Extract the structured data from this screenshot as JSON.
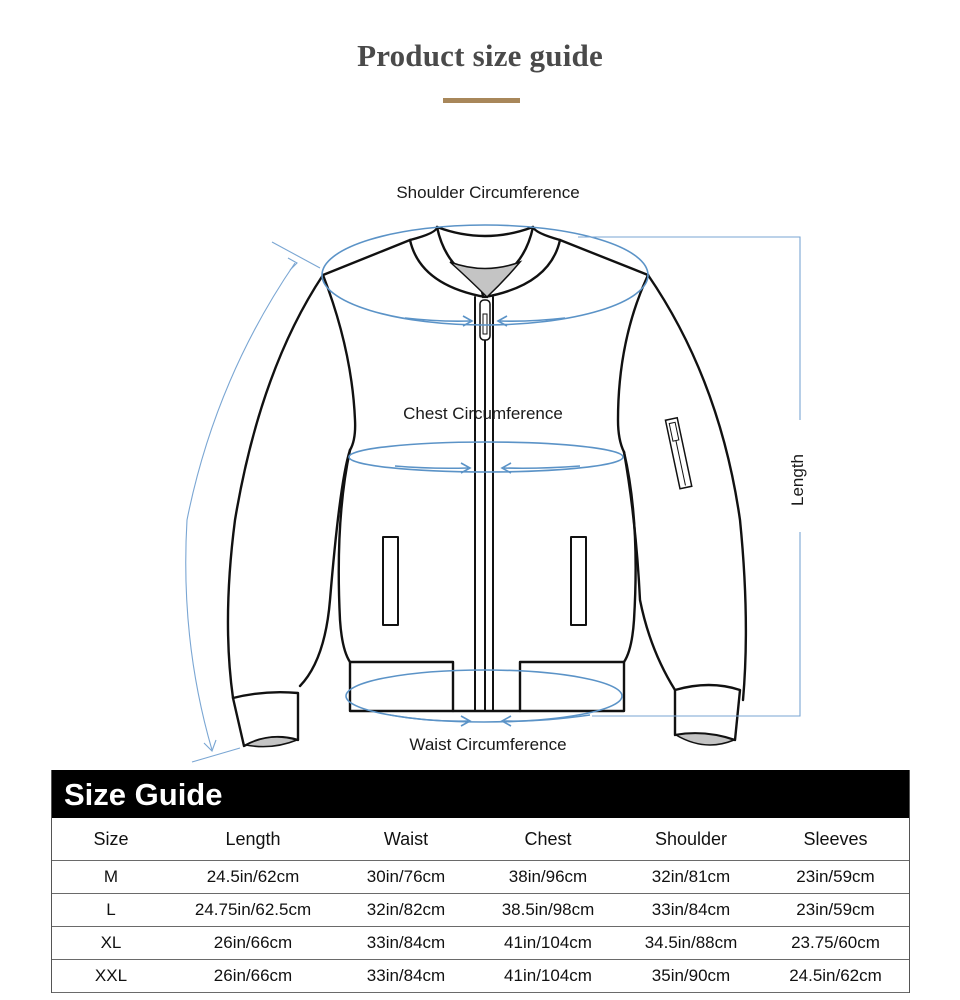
{
  "header": {
    "title": "Product size guide",
    "accent_color": "#a8875a"
  },
  "diagram": {
    "labels": {
      "shoulder": "Shoulder Circumference",
      "chest": "Chest Circumference",
      "waist": "Waist Circumference",
      "length": "Length"
    },
    "measure_line_color": "#5b93c7"
  },
  "size_guide": {
    "title": "Size Guide",
    "columns": [
      "Size",
      "Length",
      "Waist",
      "Chest",
      "Shoulder",
      "Sleeves"
    ],
    "rows": [
      [
        "M",
        "24.5in/62cm",
        "30in/76cm",
        "38in/96cm",
        "32in/81cm",
        "23in/59cm"
      ],
      [
        "L",
        "24.75in/62.5cm",
        "32in/82cm",
        "38.5in/98cm",
        "33in/84cm",
        "23in/59cm"
      ],
      [
        "XL",
        "26in/66cm",
        "33in/84cm",
        "41in/104cm",
        "34.5in/88cm",
        "23.75/60cm"
      ],
      [
        "XXL",
        "26in/66cm",
        "33in/84cm",
        "41in/104cm",
        "35in/90cm",
        "24.5in/62cm"
      ]
    ]
  }
}
